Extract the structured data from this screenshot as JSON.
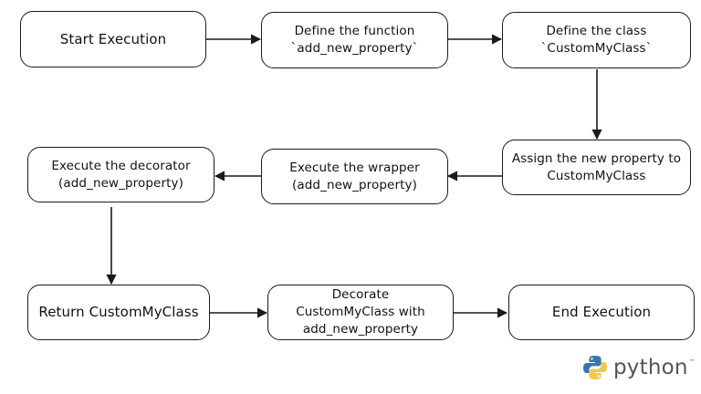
{
  "nodes": {
    "start": "Start Execution",
    "define_function": "Define the function\n`add_new_property`",
    "define_class": "Define the class\n`CustomMyClass`",
    "assign_property": "Assign the new property to\nCustomMyClass",
    "execute_wrapper": "Execute the wrapper\n(add_new_property)",
    "execute_decorator": "Execute the decorator\n(add_new_property)",
    "return_class": "Return CustomMyClass",
    "decorate_class": "Decorate\nCustomMyClass  with\nadd_new_property",
    "end": "End Execution"
  },
  "logo": {
    "wordmark": "python",
    "trademark": "™",
    "icon": "python-logo-icon",
    "colors": {
      "blue": "#3a75b0",
      "yellow": "#f2c94c"
    }
  },
  "colors": {
    "stroke": "#1a1a1a",
    "background": "#ffffff"
  }
}
